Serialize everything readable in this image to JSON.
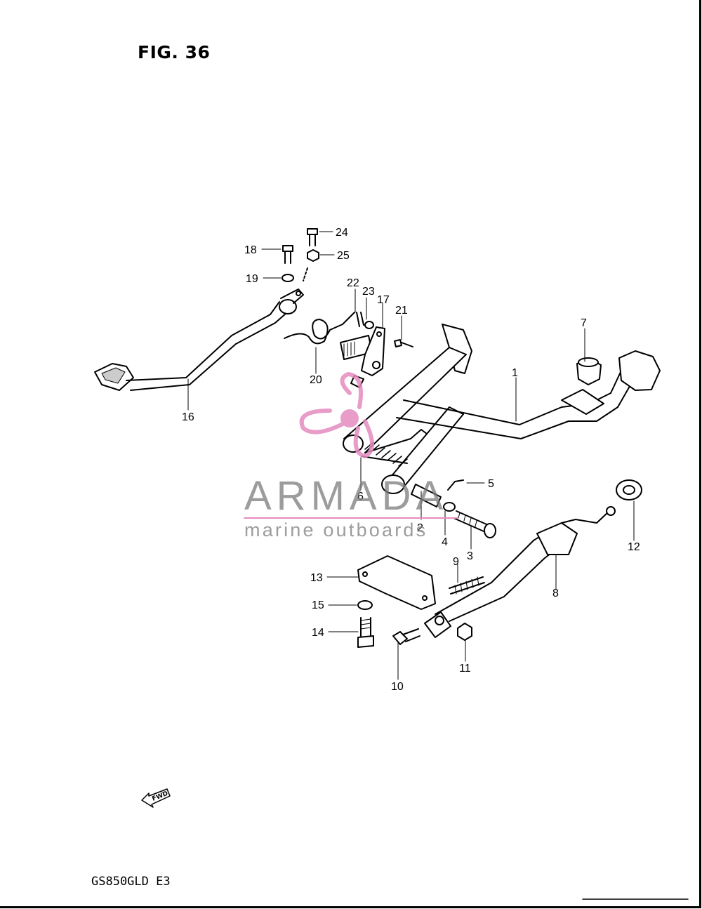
{
  "figure": {
    "title": "FIG. 36",
    "model_code": "GS850GLD  E3",
    "direction_label": "FWD"
  },
  "watermark": {
    "brand": "ARMADA",
    "tagline": "marine outboards",
    "accent_color": "#e58bbf",
    "text_color": "#7b7b7b"
  },
  "callouts": [
    {
      "key": "1",
      "label": "1"
    },
    {
      "key": "2",
      "label": "2"
    },
    {
      "key": "3",
      "label": "3"
    },
    {
      "key": "4",
      "label": "4"
    },
    {
      "key": "5",
      "label": "5"
    },
    {
      "key": "6",
      "label": "6"
    },
    {
      "key": "7",
      "label": "7"
    },
    {
      "key": "8",
      "label": "8"
    },
    {
      "key": "9",
      "label": "9"
    },
    {
      "key": "10",
      "label": "10"
    },
    {
      "key": "11",
      "label": "11"
    },
    {
      "key": "12",
      "label": "12"
    },
    {
      "key": "13",
      "label": "13"
    },
    {
      "key": "14",
      "label": "14"
    },
    {
      "key": "15",
      "label": "15"
    },
    {
      "key": "16",
      "label": "16"
    },
    {
      "key": "17",
      "label": "17"
    },
    {
      "key": "18",
      "label": "18"
    },
    {
      "key": "19",
      "label": "19"
    },
    {
      "key": "20",
      "label": "20"
    },
    {
      "key": "21",
      "label": "21"
    },
    {
      "key": "22",
      "label": "22"
    },
    {
      "key": "23",
      "label": "23"
    },
    {
      "key": "24",
      "label": "24"
    },
    {
      "key": "25",
      "label": "25"
    }
  ]
}
